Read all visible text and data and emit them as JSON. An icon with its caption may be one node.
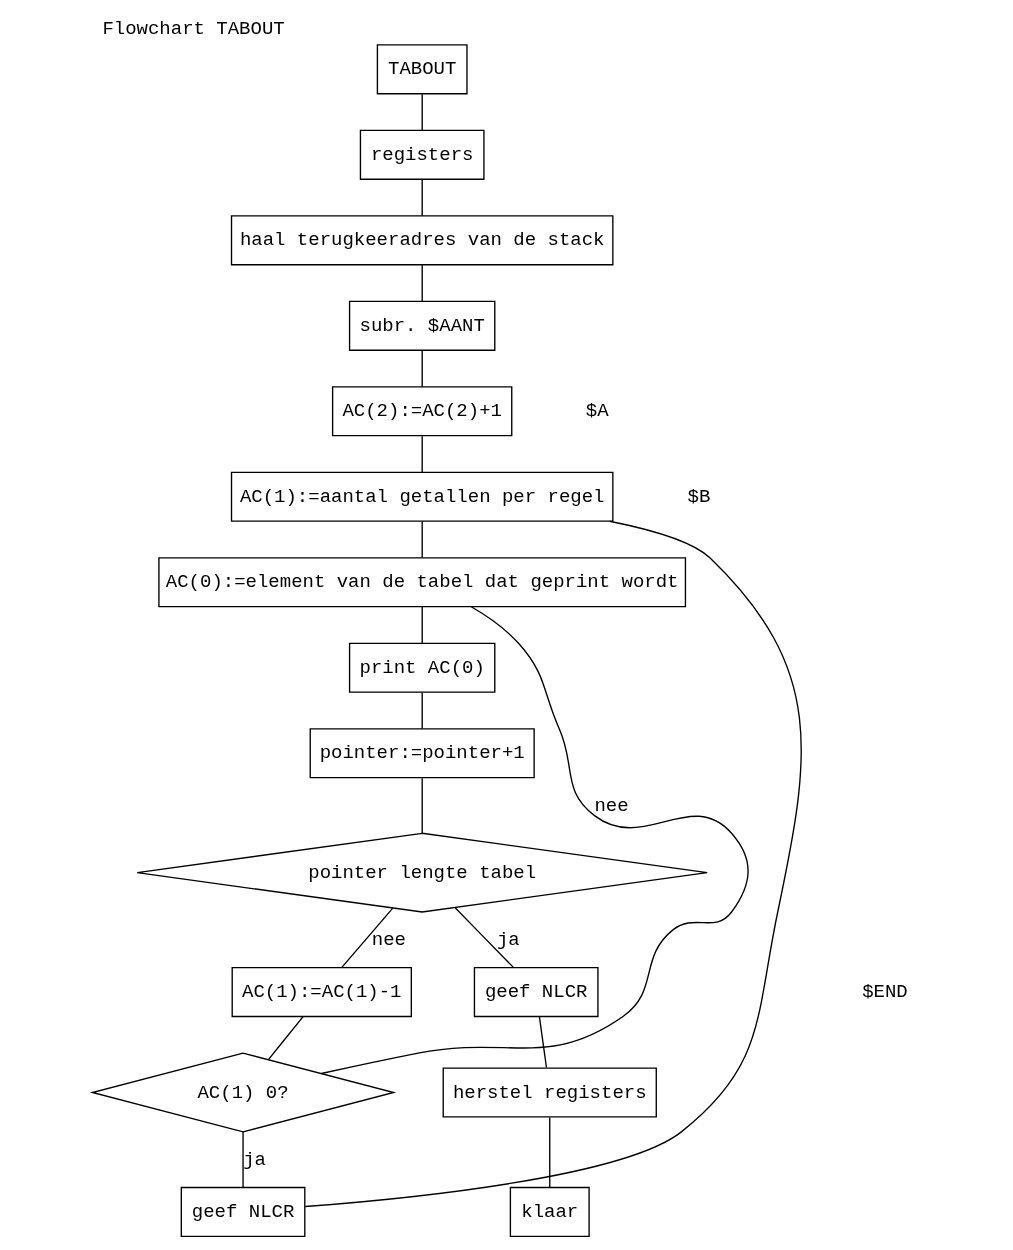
{
  "diagram": {
    "title": "Flowchart TABOUT",
    "nodes": [
      {
        "text": [
          "TABOUT"
        ]
      },
      {
        "text": [
          "registers"
        ]
      },
      {
        "text": [
          "haal terugkeeradres van de stack"
        ]
      },
      {
        "text": [
          "subr. $AANT"
        ]
      },
      {
        "text": [
          "AC(2):=AC(2)+1"
        ]
      },
      {
        "text": [
          "AC(1):=aantal getallen per regel"
        ]
      },
      {
        "text": [
          "AC(0):=element van de tabel dat geprint wordt"
        ]
      },
      {
        "text": [
          "print AC(0)"
        ]
      },
      {
        "text": [
          "pointer:=pointer+1"
        ]
      },
      {
        "text": [
          "pointer lengte tabel"
        ]
      },
      {
        "text": [
          "AC(1):=AC(1)-1"
        ]
      },
      {
        "text": [
          "AC(1) 0?"
        ]
      },
      {
        "text": [
          "geef NLCR"
        ]
      },
      {
        "text": [
          "geef NLCR"
        ]
      },
      {
        "text": [
          "herstel registers"
        ]
      },
      {
        "text": [
          "klaar"
        ]
      }
    ],
    "edges": [
      {
        "from": 0,
        "to": 1,
        "arrow": "none"
      },
      {
        "from": 1,
        "to": 2,
        "arrow": "none"
      },
      {
        "from": 2,
        "to": 3,
        "arrow": "none"
      },
      {
        "from": 3,
        "to": 4,
        "arrow": "none"
      },
      {
        "from": 4,
        "to": 5,
        "arrow": "none"
      },
      {
        "from": 5,
        "to": 6,
        "arrow": "none"
      },
      {
        "from": 6,
        "to": 7,
        "arrow": "none"
      },
      {
        "from": 7,
        "to": 8,
        "arrow": "none"
      },
      {
        "from": 8,
        "to": 9,
        "arrow": "none"
      },
      {
        "from": 9,
        "to": 10,
        "arrow": "none",
        "label": "nee"
      },
      {
        "from": 9,
        "to": 13,
        "arrow": "none",
        "label": "ja"
      },
      {
        "from": 13,
        "to": 14,
        "arrow": "none"
      },
      {
        "from": 14,
        "to": 15,
        "arrow": "none"
      },
      {
        "from": 10,
        "to": 11,
        "arrow": "none"
      },
      {
        "from": 11,
        "to": 6,
        "arrow": "none",
        "label": "nee"
      },
      {
        "from": 11,
        "to": 12,
        "arrow": "none",
        "label": "ja"
      },
      {
        "from": 12,
        "to": 5,
        "arrow": "none"
      }
    ],
    "labels": [
      "$A",
      "$B",
      "$END"
    ]
  }
}
